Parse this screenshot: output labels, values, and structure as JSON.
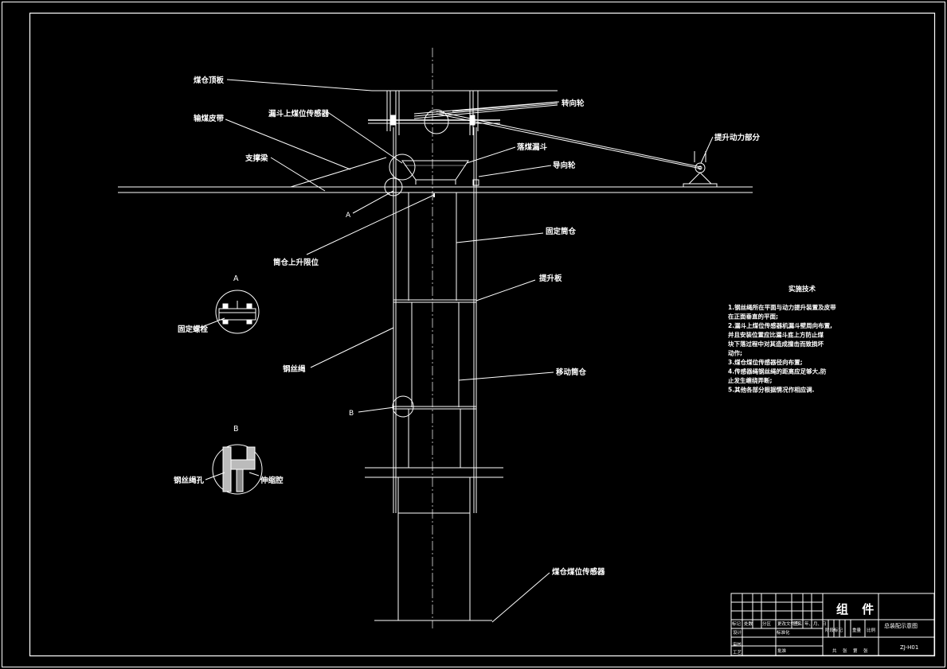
{
  "labels": {
    "roof": "煤仓顶板",
    "hopper_sensor": "漏斗上煤位传感器",
    "turn_wheel": "转向轮",
    "belt": "输煤皮带",
    "lift_power": "提升动力部分",
    "support_beam": "支撑梁",
    "hopper": "落煤漏斗",
    "guide_wheel": "导向轮",
    "a_marker": "A",
    "fixed_silo": "固定筒仓",
    "silo_up_limit": "筒仓上升限位",
    "lift_plate": "提升板",
    "wire_rope": "钢丝绳",
    "moving_silo": "移动筒仓",
    "b_marker": "B",
    "silo_sensor": "煤仓煤位传感器"
  },
  "details": {
    "a_title": "A",
    "a_label": "固定螺栓",
    "b_title": "B",
    "b_left_label": "钢丝绳孔",
    "b_right_label": "伸缩腔"
  },
  "notes": {
    "title": "实施技术",
    "lines": [
      "1.钢丝绳所在平面与动力提升装置及皮带",
      "   在正面垂直的平面;",
      "2.漏斗上煤位传感器机漏斗壁周向布置,",
      "   并且安装位置应比漏斗底上方防止煤",
      "   块下落过程中对其造成撞击而致损坏",
      "   动作;",
      "3.煤仓煤位传感器径向布置;",
      "4.传感器绳钢丝绳的距离应足够大,防",
      "   止发生缠绕弄断;",
      "5.其他各部分根据情况作相应调."
    ]
  },
  "title_block": {
    "part_name": "组 件",
    "drawing_name": "总装配示意图",
    "drawing_no": "ZJ-H01",
    "row_labels_1": [
      "标记",
      "处数",
      "分区",
      "更改文件号",
      "签名",
      "年、月、日"
    ],
    "row_labels_2": [
      "设计",
      "标准化"
    ],
    "row_labels_3": [
      "审核",
      "工艺",
      "批准"
    ],
    "stage_labels": [
      "阶段标记",
      "重量",
      "比例"
    ],
    "sheet_labels": [
      "共",
      "张",
      "第",
      "张"
    ]
  }
}
